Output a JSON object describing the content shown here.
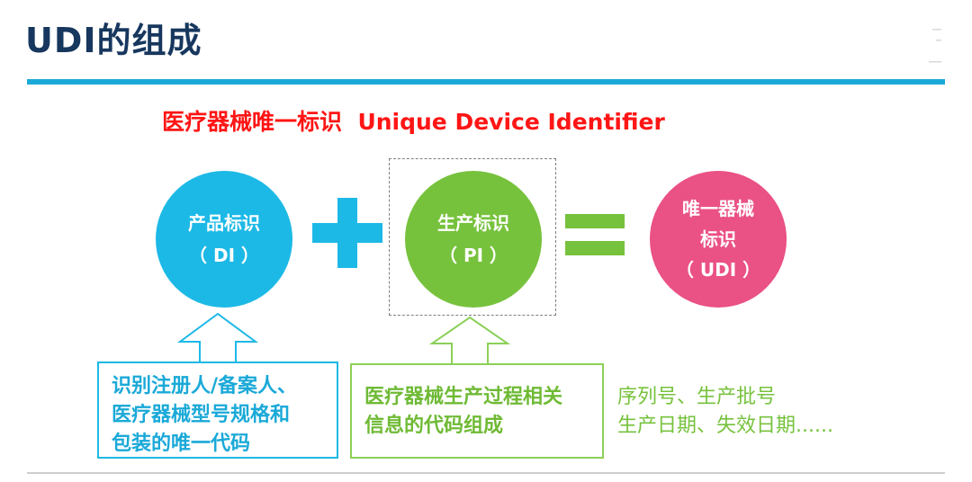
{
  "title": "UDI的组成",
  "subtitle": {
    "cn": "医疗器械唯一标识",
    "en": "Unique Device Identifier"
  },
  "di_circle": {
    "line1": "产品标识",
    "line2": "（ DI ）"
  },
  "pi_circle": {
    "line1": "生产标识",
    "line2": "（ PI ）"
  },
  "udi_circle": {
    "line1": "唯一器械",
    "line2": "标识",
    "line3": "（ UDI ）"
  },
  "di_note": [
    "识别注册人/备案人、",
    "医疗器械型号规格和",
    "包装的唯一代码"
  ],
  "pi_note": [
    "医疗器械生产过程相关",
    "信息的代码组成"
  ],
  "pi_examples": [
    "序列号、生产批号",
    "生产日期、失效日期......"
  ],
  "colors": {
    "title": "#17375e",
    "accent_blue": "#1db9e6",
    "accent_green": "#77c23d",
    "accent_pink": "#ea5184",
    "subtitle_red": "#ff1515"
  }
}
